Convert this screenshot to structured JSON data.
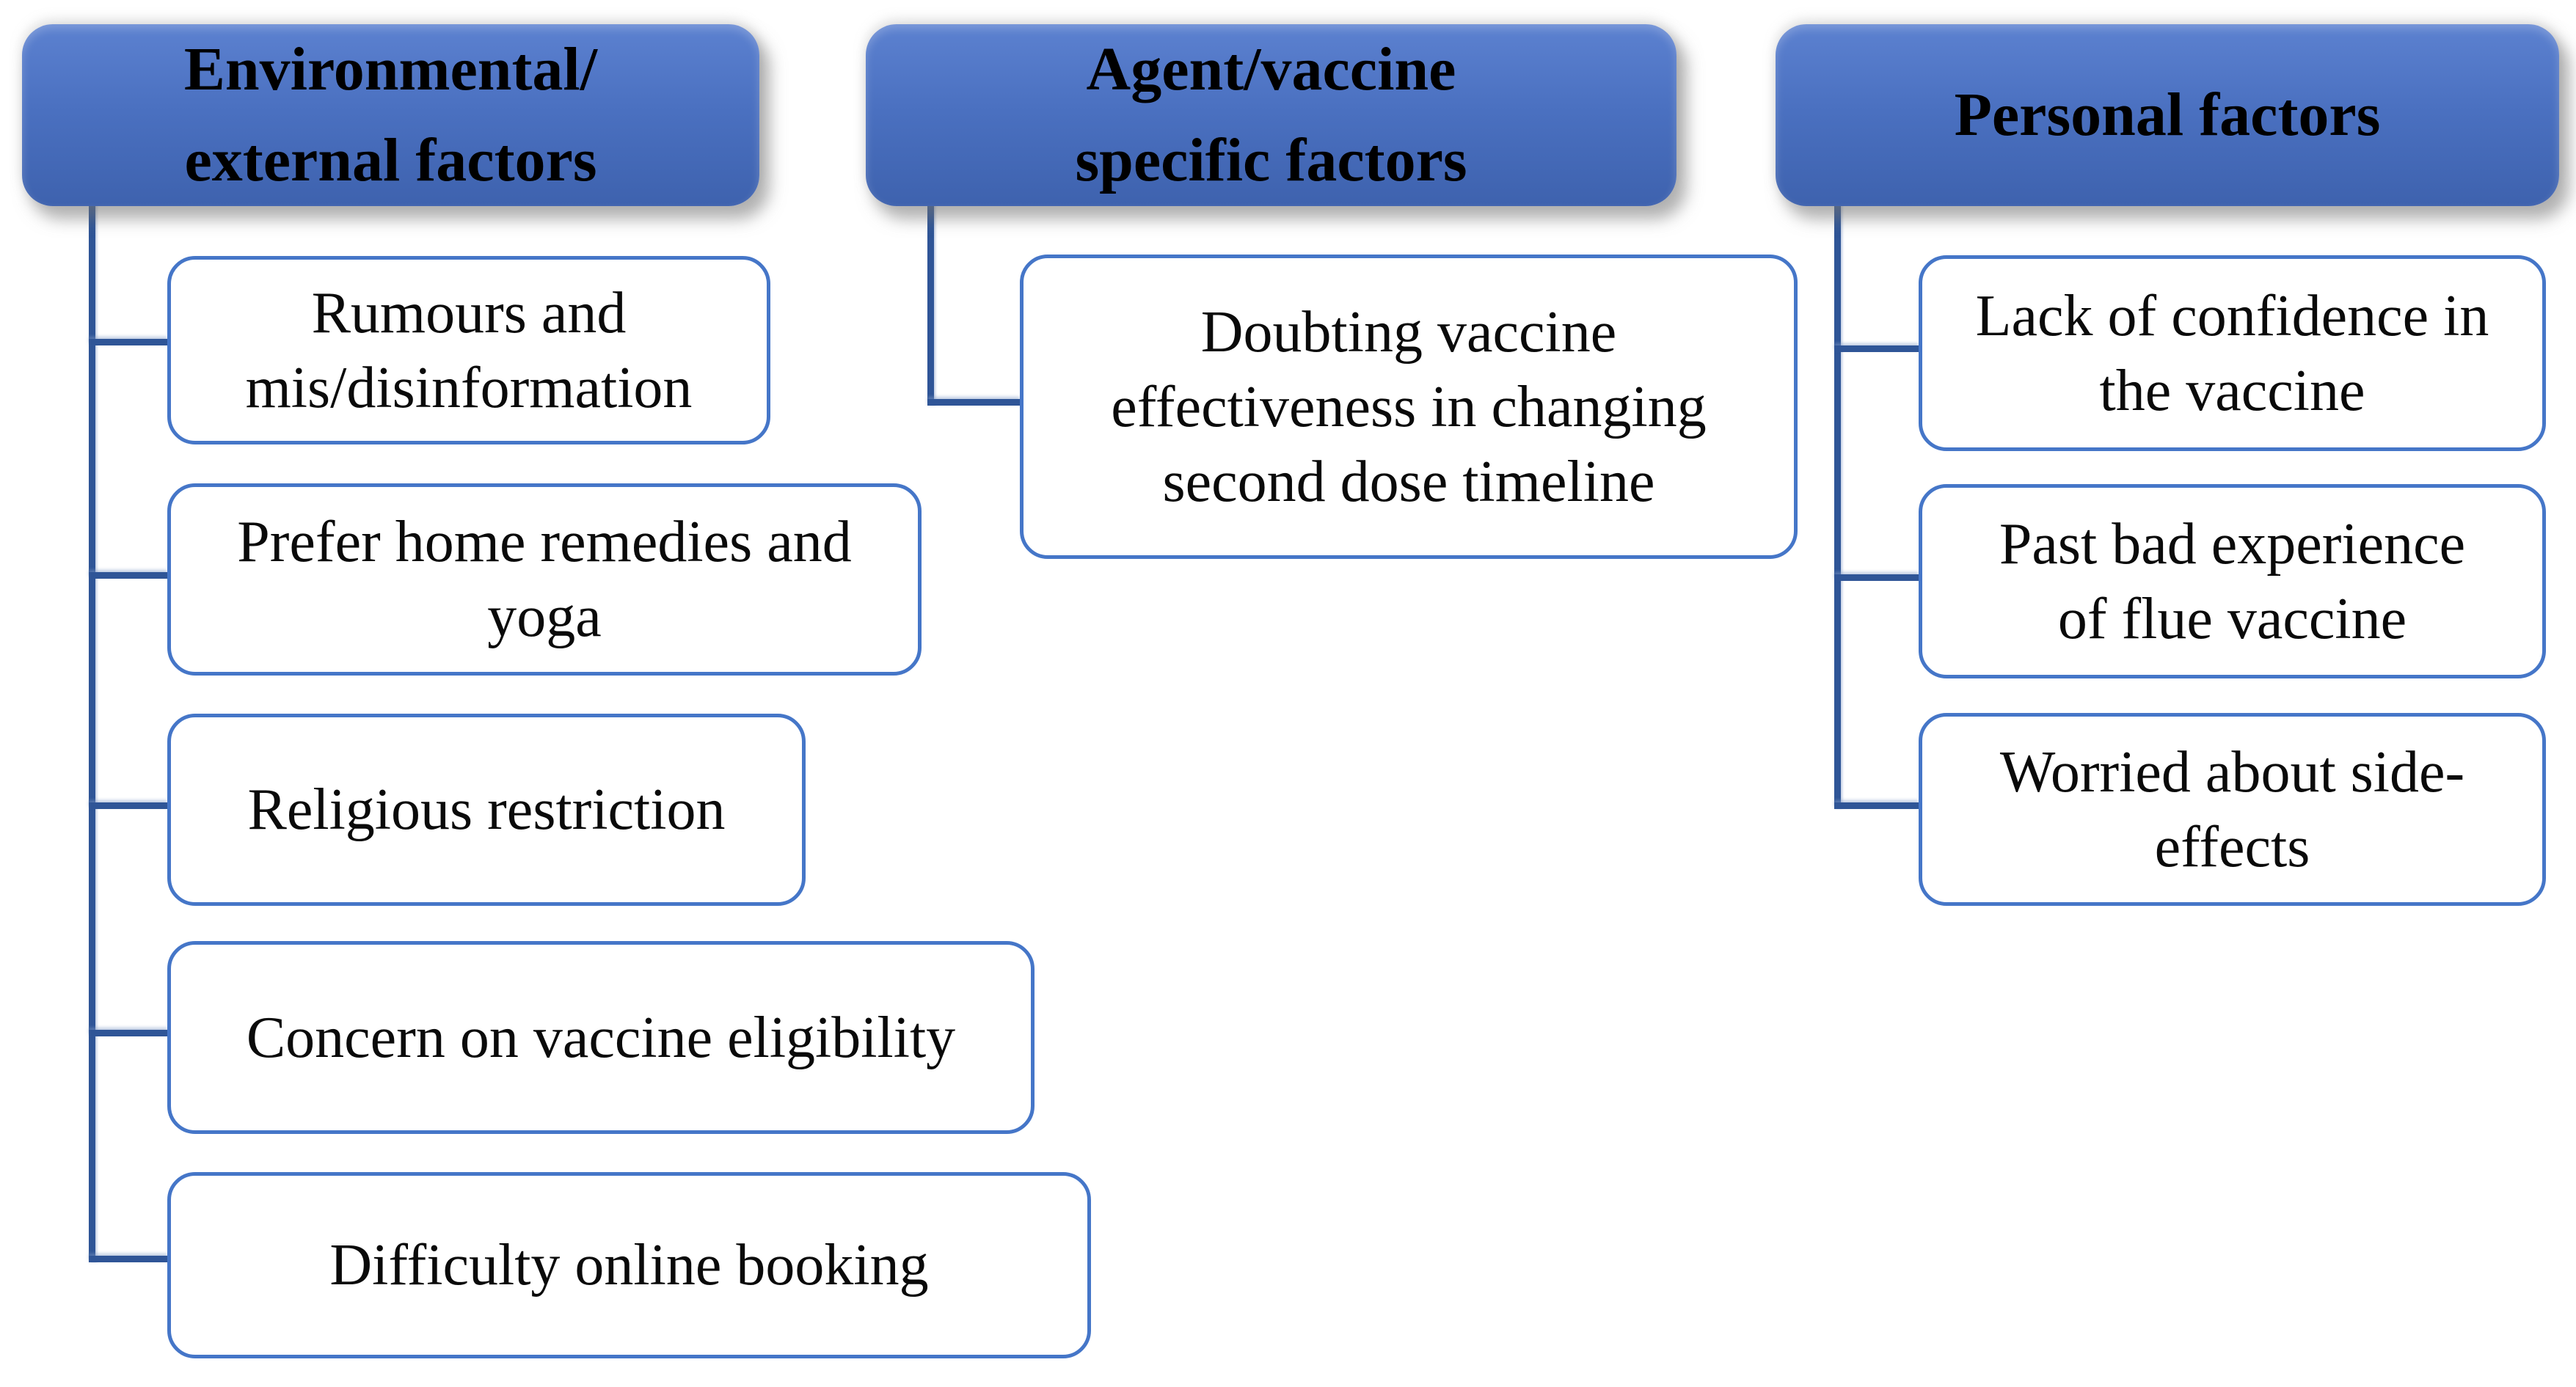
{
  "figure": {
    "background": "#ffffff",
    "palette": {
      "header_fill_top": "#5c81d0",
      "header_fill_bottom": "#3e62ae",
      "header_text_color": "#000000",
      "child_border_color": "#4576c8",
      "child_fill": "#ffffff",
      "child_text_color": "#0a0a0a",
      "connector_color": "#2f5597"
    },
    "columns": [
      {
        "header": {
          "lines": [
            "Environmental/",
            "external factors"
          ]
        },
        "children": [
          {
            "lines": [
              "Rumours and",
              "mis/disinformation"
            ]
          },
          {
            "lines": [
              "Prefer home remedies and",
              "yoga"
            ]
          },
          {
            "lines": [
              "Religious restriction"
            ]
          },
          {
            "lines": [
              "Concern on vaccine eligibility"
            ]
          },
          {
            "lines": [
              "Difficulty online booking"
            ]
          }
        ]
      },
      {
        "header": {
          "lines": [
            "Agent/vaccine",
            "specific factors"
          ]
        },
        "children": [
          {
            "lines": [
              "Doubting vaccine",
              "effectiveness in changing",
              "second dose timeline"
            ]
          }
        ]
      },
      {
        "header": {
          "lines": [
            "Personal factors"
          ]
        },
        "children": [
          {
            "lines": [
              "Lack of confidence in",
              "the vaccine"
            ]
          },
          {
            "lines": [
              "Past bad experience",
              "of flue vaccine"
            ]
          },
          {
            "lines": [
              "Worried about side-",
              "effects"
            ]
          }
        ]
      }
    ]
  }
}
